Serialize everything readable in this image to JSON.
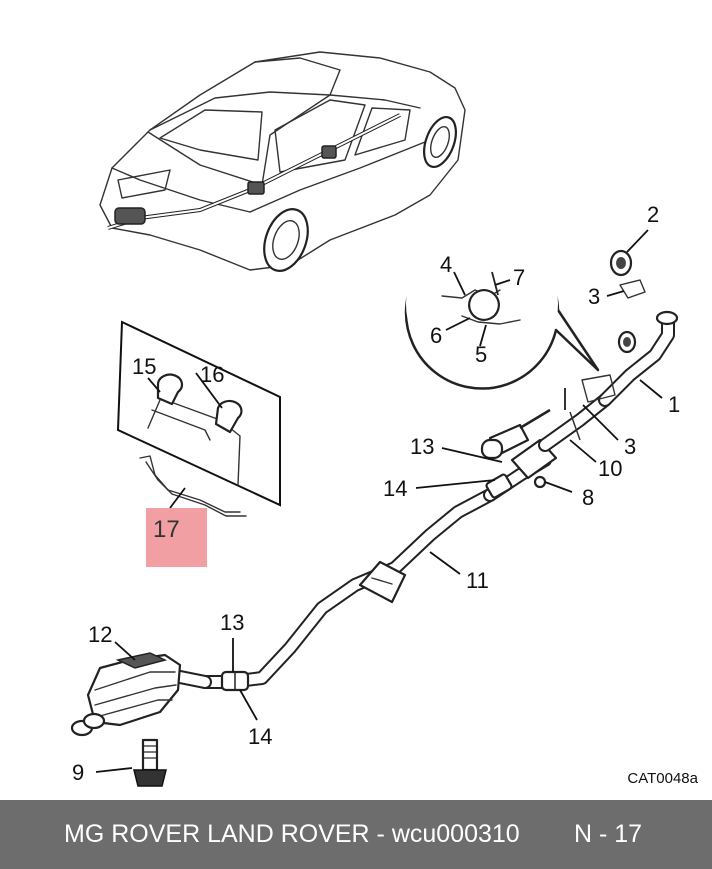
{
  "diagram": {
    "reference_code": "CAT0048a",
    "highlighted_callout": "17",
    "callouts": {
      "c1": "1",
      "c2": "2",
      "c3a": "3",
      "c3b": "3",
      "c4": "4",
      "c5": "5",
      "c6": "6",
      "c7": "7",
      "c8": "8",
      "c9": "9",
      "c10": "10",
      "c11": "11",
      "c12": "12",
      "c13a": "13",
      "c13b": "13",
      "c14a": "14",
      "c14b": "14",
      "c15": "15",
      "c16": "16"
    }
  },
  "footer": {
    "title": "MG ROVER LAND ROVER - wcu000310",
    "page": "N - 17"
  }
}
